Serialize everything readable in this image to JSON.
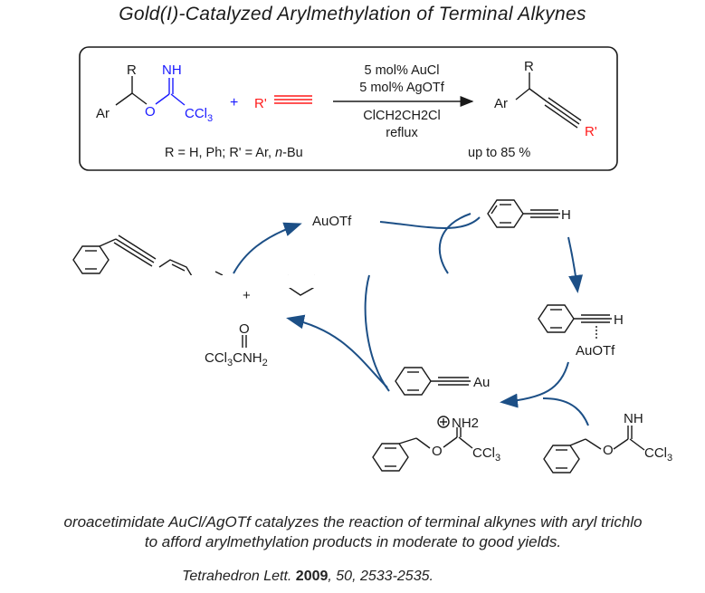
{
  "title": "Gold(I)-Catalyzed Arylmethylation of Terminal Alkynes",
  "colors": {
    "reactant_blue": "#1a1aff",
    "alkyne_red": "#ff1a1a",
    "arrow_navy": "#1c4f86",
    "ink": "#1a1a1a"
  },
  "reaction_box": {
    "reactant1_R": "R",
    "reactant1_imine": "NH",
    "reactant1_Ar": "Ar",
    "reactant1_O": "O",
    "reactant1_CCl3": "CCl3",
    "plus": "+",
    "reactant2_R": "R'",
    "conditions": [
      "5 mol% AuCl",
      "5 mol% AgOTf",
      "ClCH2CH2Cl",
      "reflux"
    ],
    "product_R": "R",
    "product_Ar": "Ar",
    "product_R2": "R'",
    "scope": "R = H, Ph; R' = Ar, ",
    "scope_italic": "n",
    "scope_end": "-Bu",
    "yield": "up to 85 %"
  },
  "cycle": {
    "catalyst": "AuOTf",
    "alkyne_H": "H",
    "pi_complex_H": "H",
    "pi_complex_Au": "AuOTf",
    "acetylide_Au": "Au",
    "imidate_NH": "NH",
    "imidate_O": "O",
    "imidate_CCl3": "CCl3",
    "activated_NH2": "NH2",
    "activated_O": "O",
    "activated_CCl3": "CCl3",
    "byproduct_O": "O",
    "byproduct_text": "CCl3CNH2",
    "plus": "+"
  },
  "caption_line1": "oroacetimidate  AuCl/AgOTf catalyzes the reaction of terminal alkynes with aryl trichlo",
  "caption_line2": "to afford arylmethylation products in moderate to good yields.",
  "citation": {
    "journal": "Tetrahedron Lett.",
    "year": "2009",
    "volume": "50",
    "pages": "2533-2535."
  }
}
